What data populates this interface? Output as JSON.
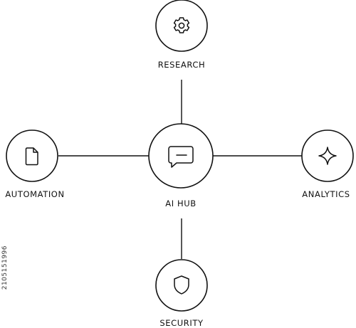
{
  "hub": {
    "label": "AI HUB",
    "icon": "chat-bubble-icon"
  },
  "nodes": {
    "top": {
      "label": "RESEARCH",
      "icon": "gear-icon"
    },
    "left": {
      "label": "AUTOMATION",
      "icon": "document-icon"
    },
    "right": {
      "label": "ANALYTICS",
      "icon": "sparkle-icon"
    },
    "bottom": {
      "label": "SECURITY",
      "icon": "shield-icon"
    }
  },
  "side_code": "2105151996",
  "colors": {
    "stroke": "#111111",
    "background": "#ffffff"
  }
}
